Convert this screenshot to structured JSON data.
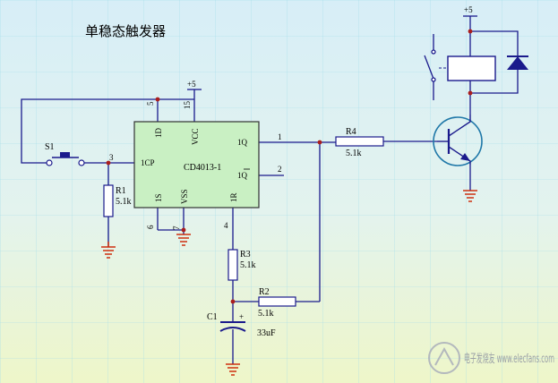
{
  "title": "单稳态触发器",
  "ic": {
    "name": "CD4013-1",
    "pin_names": {
      "d": "1D",
      "vcc": "VCC",
      "q": "1Q",
      "qbar": "1Q",
      "cp": "1CP",
      "s": "1S",
      "vss": "VSS",
      "r": "1R"
    },
    "pin_numbers": {
      "d": "5",
      "vcc": "15",
      "q": "1",
      "qbar": "2",
      "cp": "3",
      "s": "6",
      "vss": "7",
      "r": "4"
    }
  },
  "supply": {
    "ic": "+5",
    "relay": "+5"
  },
  "switch": "S1",
  "components": {
    "r1": {
      "name": "R1",
      "value": "5.1k"
    },
    "r2": {
      "name": "R2",
      "value": "5.1k"
    },
    "r3": {
      "name": "R3",
      "value": "5.1k"
    },
    "r4": {
      "name": "R4",
      "value": "5.1k"
    },
    "c1": {
      "name": "C1",
      "value": "33uF",
      "polarity": "+"
    }
  },
  "watermark": "电子发烧友  www.elecfans.com",
  "colors": {
    "wire": "#1a1a8c",
    "ic_fill": "#c9f0c3",
    "background_top": "#d7eef7",
    "background_bottom": "#eef6c9",
    "grid": "#9fdcea",
    "ground": "#cc2200",
    "transistor": "#1f78a8"
  }
}
